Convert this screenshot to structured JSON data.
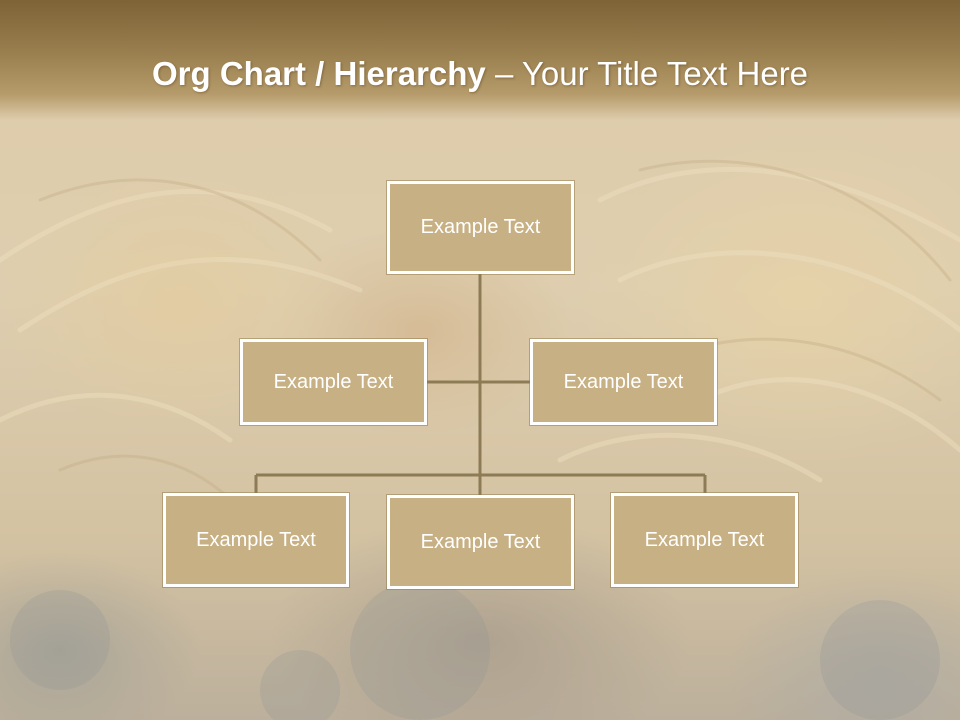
{
  "slide": {
    "title_bold": "Org Chart / Hierarchy",
    "title_rest": " – Your Title Text Here"
  },
  "org_chart": {
    "nodes": [
      {
        "label": "Example Text"
      },
      {
        "label": "Example Text"
      },
      {
        "label": "Example Text"
      },
      {
        "label": "Example Text"
      },
      {
        "label": "Example Text"
      },
      {
        "label": "Example Text"
      }
    ]
  },
  "colors": {
    "header": "#8c7142",
    "node_fill": "#c7b084",
    "node_border": "#ffffff",
    "connector": "#8d7b55"
  }
}
